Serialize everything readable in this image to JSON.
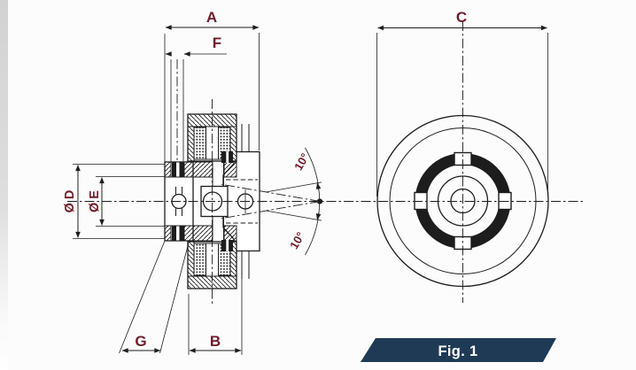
{
  "figure": {
    "caption": "Fig. 1"
  },
  "dims": {
    "a": "A",
    "f": "F",
    "b": "B",
    "g": "G",
    "c": "C",
    "d": "Ø D",
    "e": "Ø E",
    "angle_upper": "10°",
    "angle_lower": "10°"
  },
  "colors": {
    "label": "#6e1d2a",
    "banner": "#1f3a55",
    "banner_text": "#ffffff",
    "line": "#1d1d1d"
  }
}
